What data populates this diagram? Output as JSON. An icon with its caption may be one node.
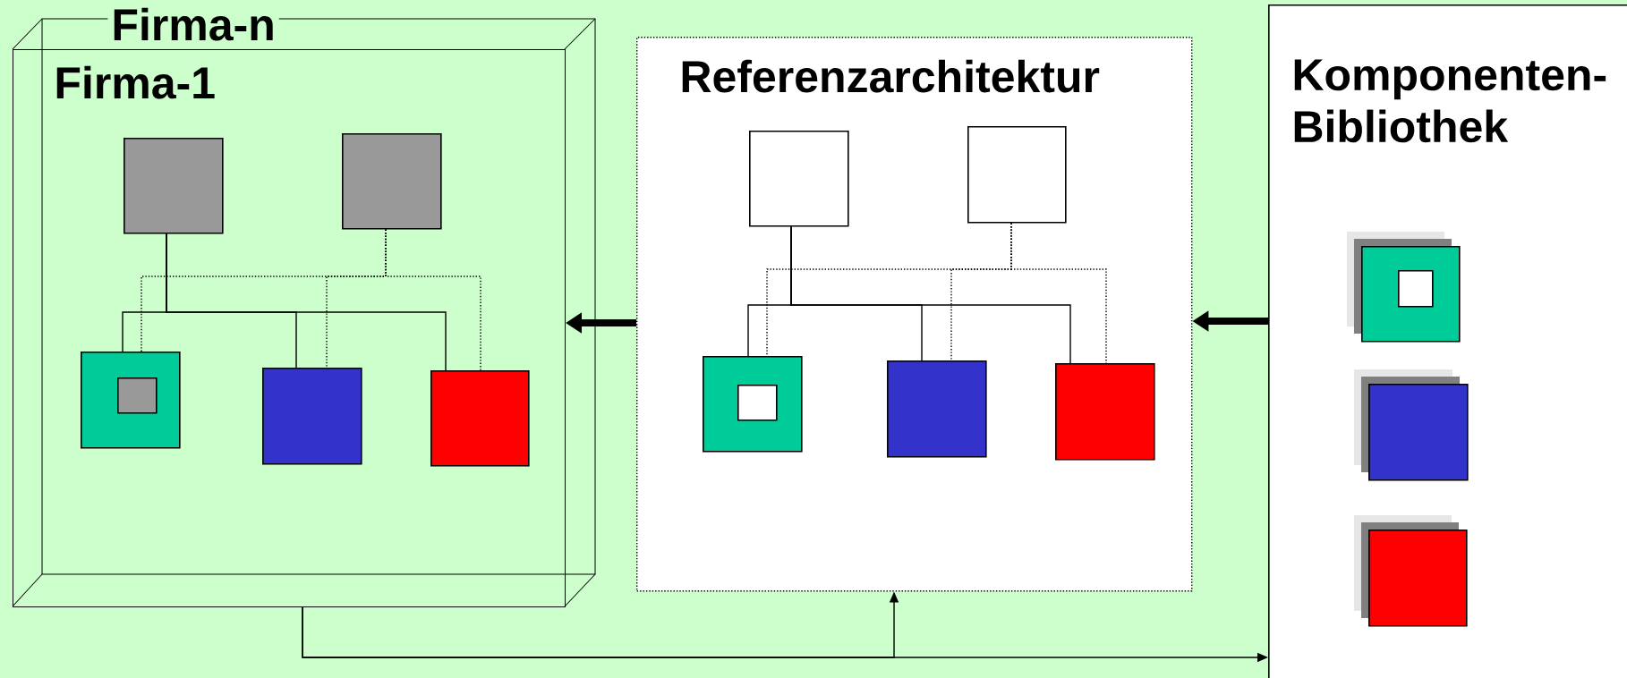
{
  "diagram": {
    "nodes": [
      {
        "text": [
          "Firma-n",
          "Firma-1"
        ]
      },
      {
        "text": [],
        "shape": "box",
        "in": 0
      },
      {
        "text": [],
        "shape": "box",
        "in": 0
      },
      {
        "text": [],
        "shape": "box",
        "in": 0
      },
      {
        "text": [],
        "shape": "box",
        "in": 3
      },
      {
        "text": [],
        "shape": "box",
        "in": 0
      },
      {
        "text": [],
        "shape": "box",
        "in": 0
      },
      {
        "text": [
          "Referenzarchitektur"
        ]
      },
      {
        "text": [],
        "shape": "box",
        "in": 7
      },
      {
        "text": [],
        "shape": "box",
        "in": 7
      },
      {
        "text": [],
        "shape": "box",
        "in": 7
      },
      {
        "text": [],
        "shape": "box",
        "in": 10
      },
      {
        "text": [],
        "shape": "box",
        "in": 7
      },
      {
        "text": [],
        "shape": "box",
        "in": 7
      },
      {
        "text": [
          "Komponenten- Bibliothek"
        ]
      },
      {
        "text": [],
        "shape": "box",
        "in": 14
      },
      {
        "text": [],
        "shape": "box",
        "in": 15
      },
      {
        "text": [],
        "shape": "box",
        "in": 14
      },
      {
        "text": [],
        "shape": "box",
        "in": 14
      }
    ],
    "edges": [
      {
        "from": 1,
        "to": 3,
        "arrow": "none"
      },
      {
        "from": 1,
        "to": 5,
        "arrow": "none"
      },
      {
        "from": 1,
        "to": 6,
        "arrow": "none"
      },
      {
        "from": 2,
        "to": 3,
        "arrow": "none",
        "style": "dashed"
      },
      {
        "from": 2,
        "to": 5,
        "arrow": "none",
        "style": "dashed"
      },
      {
        "from": 2,
        "to": 6,
        "arrow": "none",
        "style": "dashed"
      },
      {
        "from": 8,
        "to": 10,
        "arrow": "none"
      },
      {
        "from": 8,
        "to": 12,
        "arrow": "none"
      },
      {
        "from": 8,
        "to": 13,
        "arrow": "none"
      },
      {
        "from": 9,
        "to": 10,
        "arrow": "none",
        "style": "dashed"
      },
      {
        "from": 9,
        "to": 12,
        "arrow": "none",
        "style": "dashed"
      },
      {
        "from": 9,
        "to": 13,
        "arrow": "none",
        "style": "dashed"
      },
      {
        "from": 14,
        "to": 7,
        "arrow": "to",
        "style": "thick"
      },
      {
        "from": 7,
        "to": 0,
        "arrow": "to",
        "style": "thick"
      },
      {
        "from": 0,
        "to": 14,
        "arrow": "to"
      },
      {
        "from": 0,
        "to": 7,
        "arrow": "to"
      }
    ]
  }
}
